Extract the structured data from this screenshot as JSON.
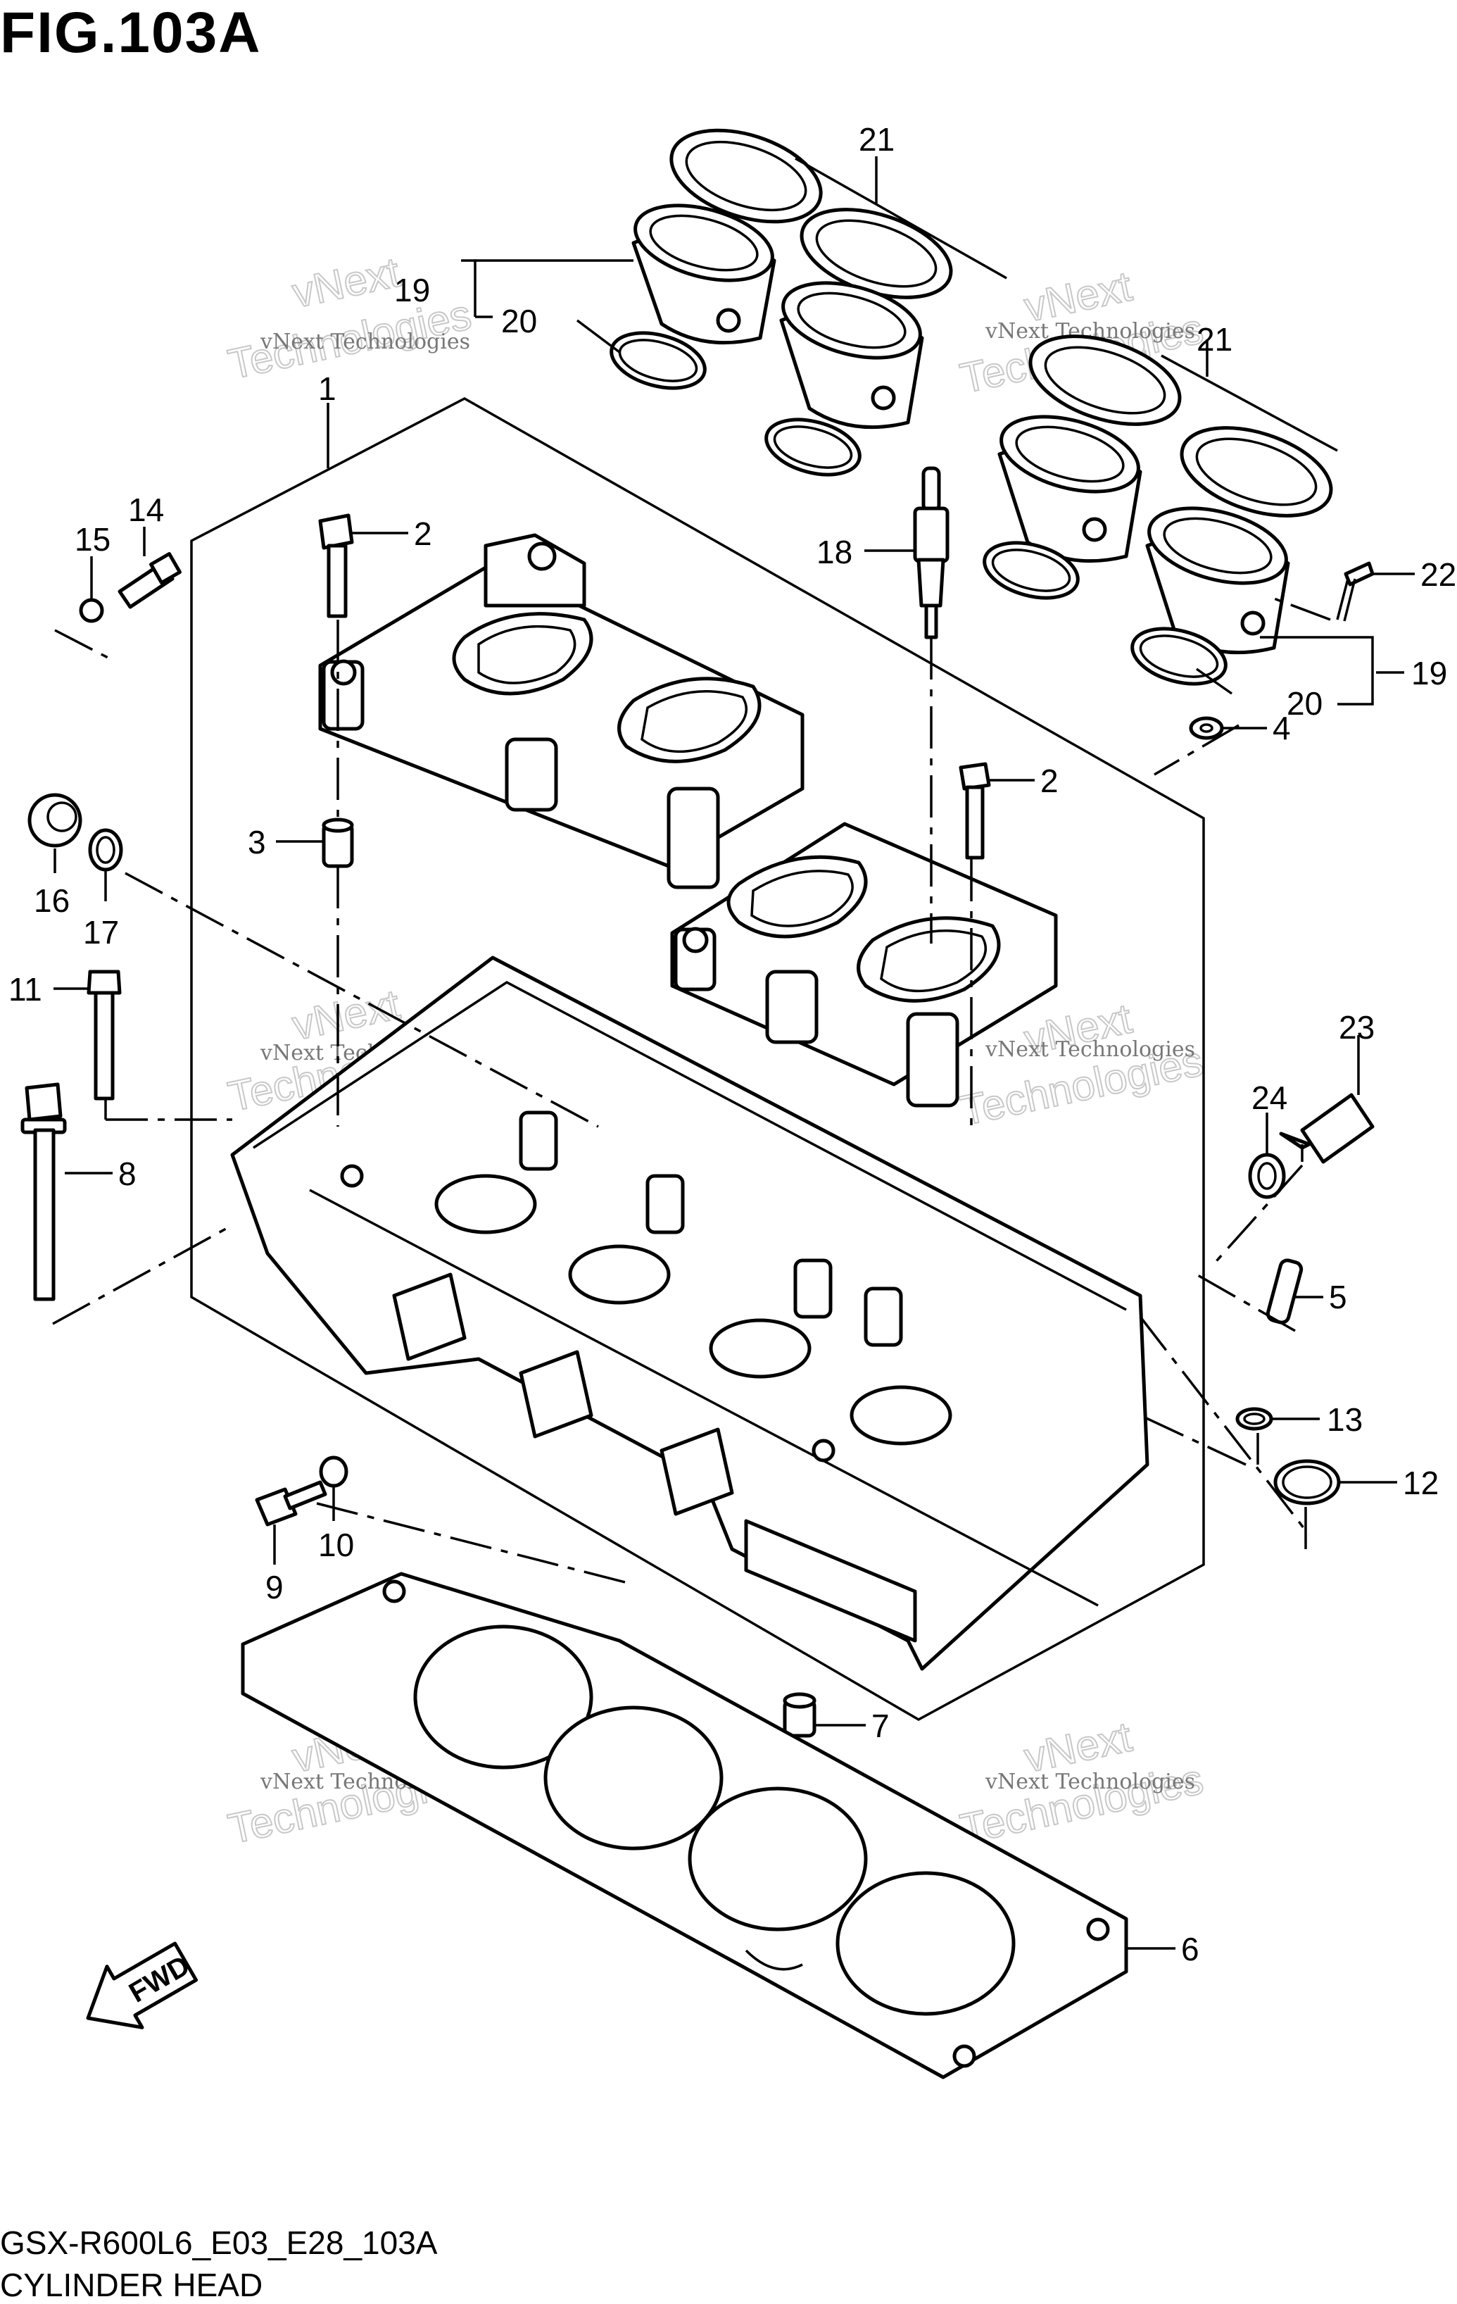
{
  "figure": {
    "title": "FIG.103A",
    "model_code": "GSX-R600L6_E03_E28_103A",
    "section_name": "CYLINDER HEAD"
  },
  "watermark": {
    "company": "vNext Technologies",
    "word1": "vNext",
    "word2": "Technologies"
  },
  "direction_marker": {
    "label": "FWD"
  },
  "callouts": [
    {
      "id": "c1",
      "label": "1"
    },
    {
      "id": "c2a",
      "label": "2"
    },
    {
      "id": "c2b",
      "label": "2"
    },
    {
      "id": "c3",
      "label": "3"
    },
    {
      "id": "c4",
      "label": "4"
    },
    {
      "id": "c5",
      "label": "5"
    },
    {
      "id": "c6",
      "label": "6"
    },
    {
      "id": "c7",
      "label": "7"
    },
    {
      "id": "c8",
      "label": "8"
    },
    {
      "id": "c9",
      "label": "9"
    },
    {
      "id": "c10",
      "label": "10"
    },
    {
      "id": "c11",
      "label": "11"
    },
    {
      "id": "c12",
      "label": "12"
    },
    {
      "id": "c13",
      "label": "13"
    },
    {
      "id": "c14",
      "label": "14"
    },
    {
      "id": "c15",
      "label": "15"
    },
    {
      "id": "c16",
      "label": "16"
    },
    {
      "id": "c17",
      "label": "17"
    },
    {
      "id": "c18",
      "label": "18"
    },
    {
      "id": "c19a",
      "label": "19"
    },
    {
      "id": "c19b",
      "label": "19"
    },
    {
      "id": "c20a",
      "label": "20"
    },
    {
      "id": "c20b",
      "label": "20"
    },
    {
      "id": "c21a",
      "label": "21"
    },
    {
      "id": "c21b",
      "label": "21"
    },
    {
      "id": "c22",
      "label": "22"
    },
    {
      "id": "c23",
      "label": "23"
    },
    {
      "id": "c24",
      "label": "24"
    }
  ]
}
